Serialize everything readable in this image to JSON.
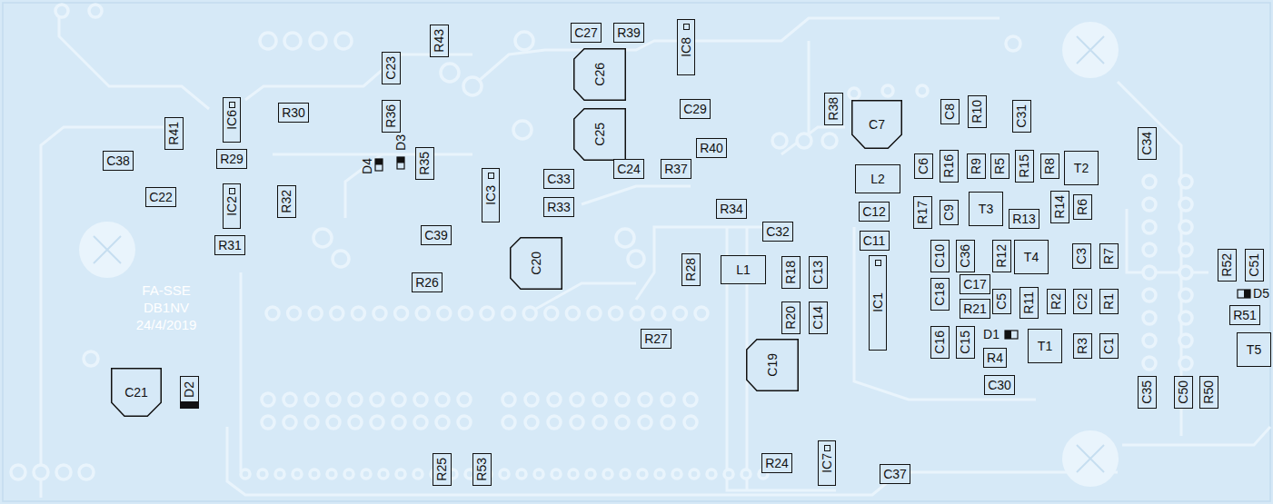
{
  "diagram": {
    "nodes": [
      {
        "text": [
          "C27"
        ]
      },
      {
        "text": [
          "R39"
        ]
      },
      {
        "text": [
          "IC8"
        ]
      },
      {
        "text": [
          "R43"
        ]
      },
      {
        "text": [
          "C26"
        ]
      },
      {
        "text": [
          "C23"
        ]
      },
      {
        "text": [
          "R30"
        ]
      },
      {
        "text": [
          "IC6"
        ]
      },
      {
        "text": [
          "R36"
        ]
      },
      {
        "text": [
          "C29"
        ]
      },
      {
        "text": [
          "R38"
        ]
      },
      {
        "text": [
          "C7"
        ]
      },
      {
        "text": [
          "C8"
        ]
      },
      {
        "text": [
          "R10"
        ]
      },
      {
        "text": [
          "C31"
        ]
      },
      {
        "text": [
          "R41"
        ]
      },
      {
        "text": [
          "C25"
        ]
      },
      {
        "text": [
          "R40"
        ]
      },
      {
        "text": [
          "C34"
        ]
      },
      {
        "text": [
          "C38"
        ]
      },
      {
        "text": [
          "R29"
        ]
      },
      {
        "text": [
          "R35"
        ]
      },
      {
        "text": [
          "C24"
        ]
      },
      {
        "text": [
          "R37"
        ]
      },
      {
        "text": [
          "C33"
        ]
      },
      {
        "text": [
          "L2"
        ]
      },
      {
        "text": [
          "C6"
        ]
      },
      {
        "text": [
          "R16"
        ]
      },
      {
        "text": [
          "R9"
        ]
      },
      {
        "text": [
          "R5"
        ]
      },
      {
        "text": [
          "R15"
        ]
      },
      {
        "text": [
          "R8"
        ]
      },
      {
        "text": [
          "T2"
        ]
      },
      {
        "text": [
          "IC3"
        ]
      },
      {
        "text": [
          "C22"
        ]
      },
      {
        "text": [
          "IC2"
        ]
      },
      {
        "text": [
          "R32"
        ]
      },
      {
        "text": [
          "R33"
        ]
      },
      {
        "text": [
          "R34"
        ]
      },
      {
        "text": [
          "C12"
        ]
      },
      {
        "text": [
          "R17"
        ]
      },
      {
        "text": [
          "C9"
        ]
      },
      {
        "text": [
          "T3"
        ]
      },
      {
        "text": [
          "R13"
        ]
      },
      {
        "text": [
          "R14"
        ]
      },
      {
        "text": [
          "R6"
        ]
      },
      {
        "text": [
          "C32"
        ]
      },
      {
        "text": [
          "C39"
        ]
      },
      {
        "text": [
          "C11"
        ]
      },
      {
        "text": [
          "R31"
        ]
      },
      {
        "text": [
          "C10"
        ]
      },
      {
        "text": [
          "C36"
        ]
      },
      {
        "text": [
          "R12"
        ]
      },
      {
        "text": [
          "T4"
        ]
      },
      {
        "text": [
          "C3"
        ]
      },
      {
        "text": [
          "R7"
        ]
      },
      {
        "text": [
          "C20"
        ]
      },
      {
        "text": [
          "L1"
        ]
      },
      {
        "text": [
          "R28"
        ]
      },
      {
        "text": [
          "R18"
        ]
      },
      {
        "text": [
          "C13"
        ]
      },
      {
        "text": [
          "R52"
        ]
      },
      {
        "text": [
          "C51"
        ]
      },
      {
        "text": [
          "R26"
        ]
      },
      {
        "text": [
          "C18"
        ]
      },
      {
        "text": [
          "C17"
        ]
      },
      {
        "text": [
          "IC1"
        ]
      },
      {
        "text": [
          "C5"
        ]
      },
      {
        "text": [
          "R11"
        ]
      },
      {
        "text": [
          "R2"
        ]
      },
      {
        "text": [
          "C2"
        ]
      },
      {
        "text": [
          "R1"
        ]
      },
      {
        "text": [
          "R21"
        ]
      },
      {
        "text": [
          "R51"
        ]
      },
      {
        "text": [
          "R20"
        ]
      },
      {
        "text": [
          "C14"
        ]
      },
      {
        "text": [
          "R27"
        ]
      },
      {
        "text": [
          "C16"
        ]
      },
      {
        "text": [
          "C15"
        ]
      },
      {
        "text": [
          "T1"
        ]
      },
      {
        "text": [
          "R3"
        ]
      },
      {
        "text": [
          "C1"
        ]
      },
      {
        "text": [
          "T5"
        ]
      },
      {
        "text": [
          "R4"
        ]
      },
      {
        "text": [
          "C19"
        ]
      },
      {
        "text": [
          "C30"
        ]
      },
      {
        "text": [
          "C21"
        ]
      },
      {
        "text": [
          "D2"
        ]
      },
      {
        "text": [
          "C35"
        ]
      },
      {
        "text": [
          "C50"
        ]
      },
      {
        "text": [
          "R50"
        ]
      },
      {
        "text": [
          "R24"
        ]
      },
      {
        "text": [
          "IC7"
        ]
      },
      {
        "text": [
          "R25"
        ]
      },
      {
        "text": [
          "R53"
        ]
      },
      {
        "text": [
          "C37"
        ]
      }
    ],
    "labels": [
      "D4",
      "D3",
      "FA-SSE",
      "DB1NV",
      "24/4/2019",
      "D1",
      "D5"
    ]
  }
}
